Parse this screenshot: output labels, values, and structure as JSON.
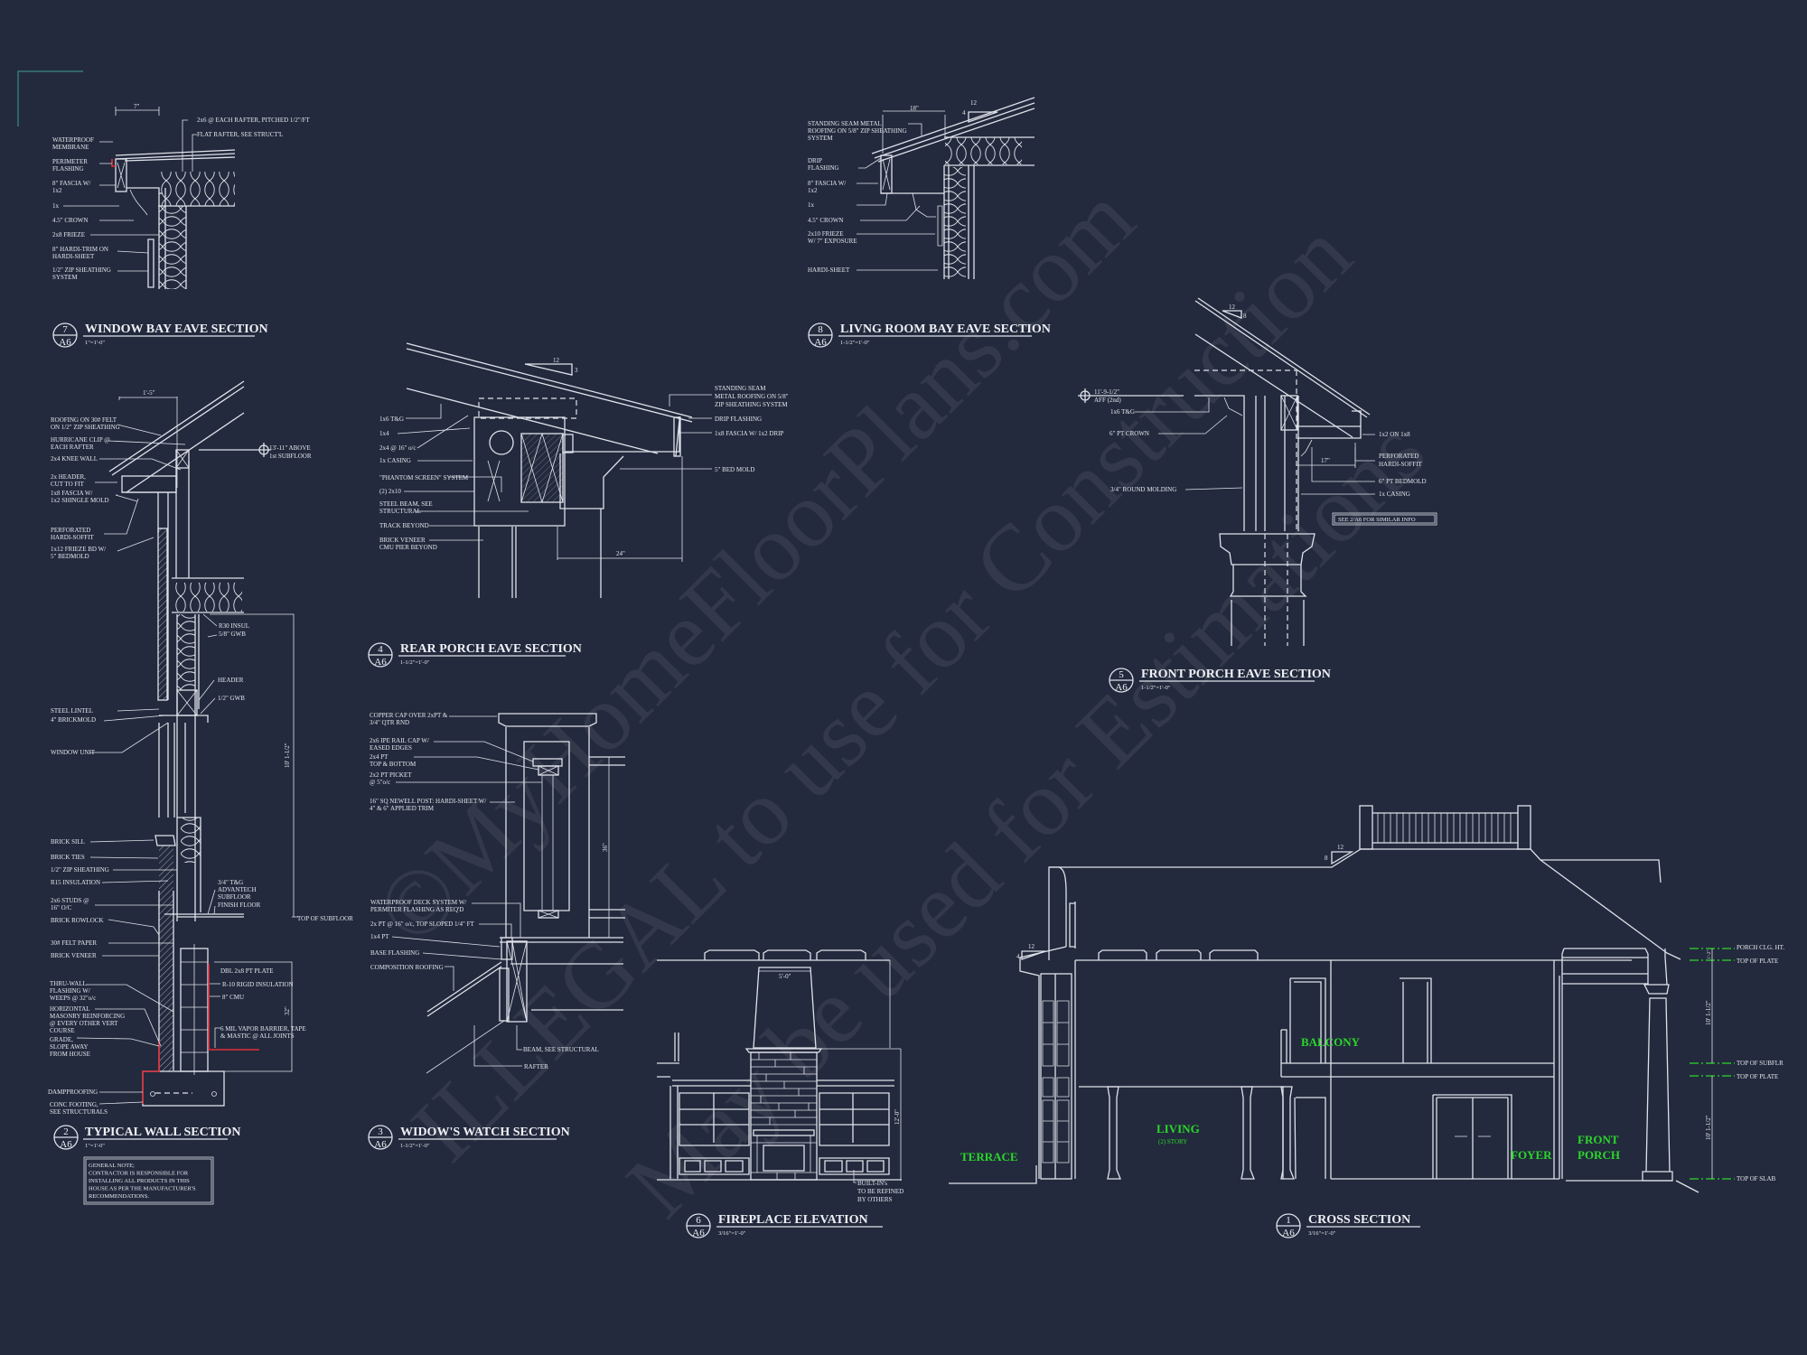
{
  "colors": {
    "background": "#232a3d",
    "linework": "#dfe2ea",
    "room_labels": "#2bd62b",
    "flashing": "#e0303a",
    "corner_mark": "#3a8a8a"
  },
  "watermark": [
    "©MyHomeFloorPlans.com",
    "ILLEGAL to use for Construction",
    "May be used for Estimations"
  ],
  "sheet": "A6",
  "window_bay": {
    "number": "7",
    "title": "WINDOW BAY EAVE SECTION",
    "scale": "1\"=1'-0\"",
    "dim": "7\"",
    "callouts": [
      "2x6 @ EACH RAFTER, PITCHED 1/2\"/FT",
      "FLAT RAFTER, SEE STRUCT'L",
      "WATERPROOF",
      "MEMBRANE",
      "PERIMETER",
      "FLASHING",
      "8\" FASCIA W/",
      "1x2",
      "1x",
      "4.5\" CROWN",
      "2x8 FRIEZE",
      "8\" HARDI-TRIM ON",
      "HARDI-SHEET",
      "1/2\" ZIP SHEATHING",
      "SYSTEM"
    ]
  },
  "living_bay": {
    "number": "8",
    "title": "LIVNG ROOM BAY EAVE SECTION",
    "scale": "1-1/2\"=1'-0\"",
    "dim": "18\"",
    "slope_run": "12",
    "slope_rise": "4",
    "callouts": [
      "STANDING SEAM METAL",
      "ROOFING ON 5/8\" ZIP SHEATHING",
      "SYSTEM",
      "DRIP",
      "FLASHING",
      "8\" FASCIA W/",
      "1x2",
      "1x",
      "4.5\" CROWN",
      "2x10 FRIEZE",
      "W/ 7\" EXPOSURE",
      "HARDI-SHEET"
    ]
  },
  "rear_porch": {
    "number": "4",
    "title": "REAR PORCH EAVE SECTION",
    "scale": "1-1/2\"=1'-0\"",
    "dim": "24\"",
    "slope_run": "12",
    "slope_rise": "3",
    "callouts_left": [
      "1x6 T&G",
      "1x4",
      "2x4 @ 16\" o/c",
      "1x CASING",
      "\"PHANTOM SCREEN\" SYSTEM",
      "(2) 2x10",
      "STEEL BEAM, SEE",
      "STRUCTURAL",
      "TRACK BEYOND",
      "BRICK VENEER",
      "CMU PIER BEYOND"
    ],
    "callouts_right": [
      "STANDING SEAM",
      "METAL ROOFING ON 5/8\"",
      "ZIP SHEATHING SYSTEM",
      "DRIP FLASHING",
      "1x8 FASCIA W/ 1x2 DRIP",
      "5\" BED MOLD"
    ]
  },
  "front_porch": {
    "number": "5",
    "title": "FRONT PORCH EAVE SECTION",
    "scale": "1-1/2\"=1'-0\"",
    "dim": "17\"",
    "slope_run": "12",
    "slope_rise": "8",
    "elevation": [
      "11'-9-1/2\"",
      "AFF (2nd)"
    ],
    "callouts_left": [
      "1x6 T&G",
      "6\" PT CROWN",
      "3/4\" ROUND MOLDING"
    ],
    "callouts_right": [
      "1x2 ON 1x8",
      "PERFORATED",
      "HARDI-SOFFIT",
      "6\" PT BEDMOLD",
      "1x CASING"
    ],
    "note": "SEE 2/A6 FOR SIMILAR INFO"
  },
  "typical_wall": {
    "number": "2",
    "title": "TYPICAL WALL SECTION",
    "scale": "1\"=1'-0\"",
    "dim_top": "1'-5\"",
    "dim_wall": "10' 1-1/2\"",
    "dim_stem": "32\"",
    "elevation": [
      "13'-11\" ABOVE",
      "1st SUBFLOOR"
    ],
    "callouts_left": [
      "ROOFING ON 30# FELT",
      "ON 1/2\" ZIP SHEATHING",
      "HURRICANE CLIP @",
      "EACH RAFTER",
      "2x4 KNEE WALL",
      "2x HEADER,",
      "CUT TO FIT",
      "1x8 FASCIA W/",
      "1x2 SHINGLE MOLD",
      "PERFORATED",
      "HARDI-SOFFIT",
      "1x12 FRIEZE BD W/",
      "5\" BEDMOLD",
      "STEEL LINTEL",
      "4\" BRICKMOLD",
      "WINDOW UNIT",
      "BRICK SILL",
      "BRICK TIES",
      "1/2\" ZIP SHEATHING",
      "R15 INSULATION",
      "2x6 STUDS @",
      "16\" O/C",
      "BRICK ROWLOCK",
      "30# FELT PAPER",
      "BRICK VENEER",
      "THRU-WALL",
      "FLASHING W/",
      "WEEPS @ 32\"o/c",
      "HORIZONTAL",
      "MASONRY REINFORCING",
      "@ EVERY OTHER VERT",
      "COURSE",
      "GRADE,",
      "SLOPE AWAY",
      "FROM HOUSE",
      "DAMPPROOFING",
      "CONC FOOTING,",
      "SEE STRUCTURALS"
    ],
    "callouts_right": [
      "R30 INSUL",
      "5/8\" GWB",
      "HEADER",
      "1/2\" GWB",
      "3/4\" T&G",
      "ADVANTECH",
      "SUBFLOOR",
      "FINISH FLOOR",
      "TOP OF SUBFLOOR",
      "DBL 2x8 PT PLATE",
      "R-10 RIGID INSULATION",
      "8\" CMU",
      "6 MIL VAPOR BARRIER, TAPE",
      "& MASTIC @ ALL JOINTS"
    ],
    "general_note": [
      "GENERAL NOTE;",
      "CONTRACTOR IS RESPONSIBLE FOR",
      "INSTALLING ALL PRODUCTS IN THIS",
      "HOUSE AS PER THE MANUFACTURER'S",
      "RECOMMENDATIONS."
    ]
  },
  "widows_watch": {
    "number": "3",
    "title": "WIDOW'S WATCH SECTION",
    "scale": "1-1/2\"=1'-0\"",
    "dim": "36\"",
    "callouts": [
      "COPPER CAP OVER 2xPT &",
      "3/4\" QTR RND",
      "2x6 IPE RAIL CAP W/",
      "EASED EDGES",
      "2x4 PT",
      "TOP & BOTTOM",
      "2x2 PT PICKET",
      "@ 5\"o/c",
      "16\" SQ NEWELL POST: HARDI-SHEET W/",
      "4\" & 6\" APPLIED TRIM",
      "WATERPROOF DECK SYSTEM W/",
      "PERMITER FLASHING AS REQ'D",
      "2x PT @ 16\" o/c, TOP SLOPED 1/4\" FT",
      "1x4 PT",
      "BASE FLASHING",
      "COMPOSITION ROOFING",
      "BEAM, SEE STRUCTURAL",
      "RAFTER"
    ]
  },
  "fireplace": {
    "number": "6",
    "title": "FIREPLACE ELEVATION",
    "scale": "3/16\"=1'-0\"",
    "dim_width": "5'-0\"",
    "dim_height": "12'-0\"",
    "note": [
      "BUILT-IN's",
      "TO BE REFINED",
      "BY OTHERS"
    ]
  },
  "cross_section": {
    "number": "1",
    "title": "CROSS SECTION",
    "scale": "3/16\"=1'-0\"",
    "rooms": {
      "terrace": "TERRACE",
      "living": "LIVING",
      "living_sub": "(2) STORY",
      "balcony": "BALCONY",
      "foyer": "FOYER",
      "front_porch_1": "FRONT",
      "front_porch_2": "PORCH"
    },
    "levels": [
      "PORCH CLG. HT.",
      "TOP OF PLATE",
      "TOP OF SUBFLR",
      "TOP OF PLATE",
      "TOP OF SLAB"
    ],
    "dims": [
      "1'-2\"",
      "10' 1-1/2\"",
      "10' 1-1/2\""
    ],
    "slopes": [
      {
        "run": "12",
        "rise": "4"
      },
      {
        "run": "12",
        "rise": "8"
      }
    ]
  }
}
